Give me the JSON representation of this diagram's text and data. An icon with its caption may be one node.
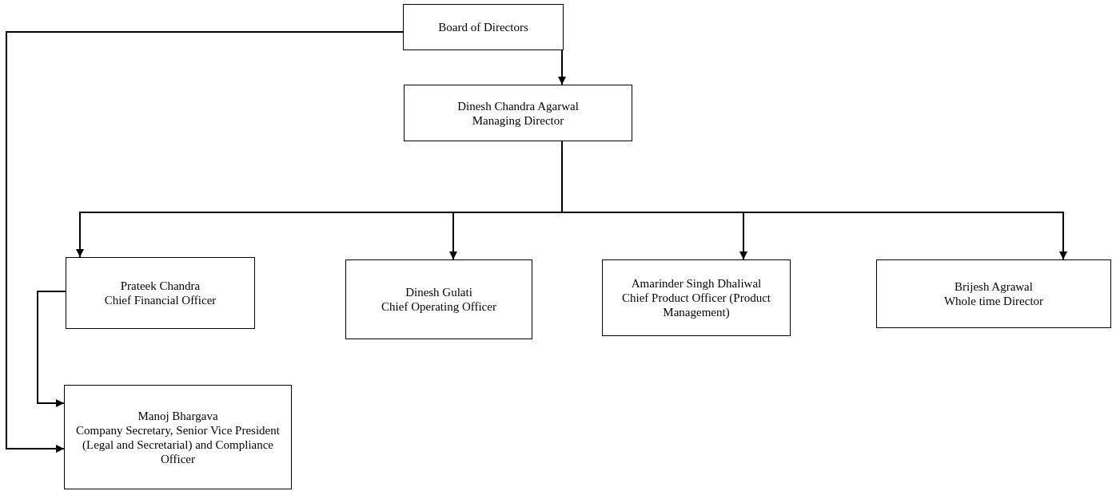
{
  "diagram": {
    "nodes": [
      {
        "text": [
          "Board of Directors"
        ]
      },
      {
        "text": [
          "Dinesh Chandra Agarwal",
          "Managing Director"
        ]
      },
      {
        "text": [
          "Prateek Chandra",
          "Chief Financial Officer"
        ]
      },
      {
        "text": [
          "Dinesh Gulati",
          "Chief Operating Officer"
        ]
      },
      {
        "text": [
          "Amarinder Singh Dhaliwal",
          "Chief Product Officer (Product Management)"
        ]
      },
      {
        "text": [
          "Brijesh Agrawal",
          "Whole time Director"
        ]
      },
      {
        "text": [
          "Manoj Bhargava",
          "Company Secretary, Senior Vice President (Legal and Secretarial) and Compliance Officer"
        ]
      }
    ],
    "edges": [
      {
        "from": 0,
        "to": 1,
        "arrow": "to"
      },
      {
        "from": 1,
        "to": 2,
        "arrow": "to"
      },
      {
        "from": 1,
        "to": 3,
        "arrow": "to"
      },
      {
        "from": 1,
        "to": 4,
        "arrow": "to"
      },
      {
        "from": 1,
        "to": 5,
        "arrow": "to"
      },
      {
        "from": 2,
        "to": 6,
        "arrow": "to"
      },
      {
        "from": 0,
        "to": 6,
        "arrow": "to"
      }
    ]
  }
}
